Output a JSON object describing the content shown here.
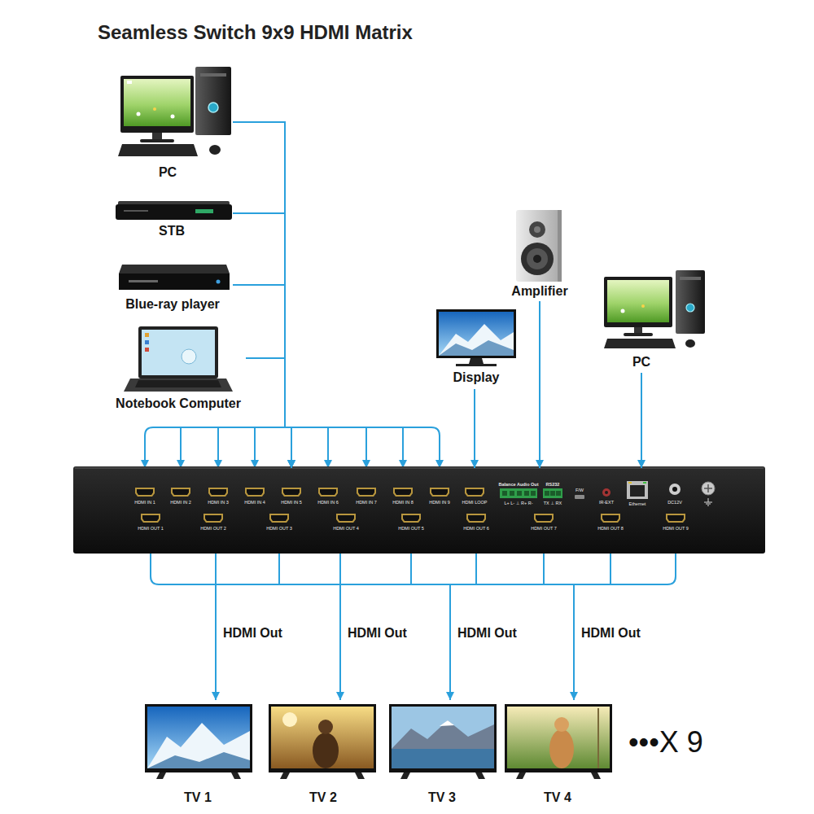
{
  "diagram": {
    "title": "Seamless Switch 9x9 HDMI Matrix",
    "nodes": [
      {
        "text": [
          "PC"
        ]
      },
      {
        "text": [
          "STB"
        ]
      },
      {
        "text": [
          "Blue-ray player"
        ]
      },
      {
        "text": [
          "Notebook Computer"
        ]
      },
      {
        "text": [
          "Display"
        ]
      },
      {
        "text": [
          "Amplifier"
        ]
      },
      {
        "text": [
          "PC"
        ]
      },
      {
        "text": [
          "HDMI IN 1",
          "HDMI IN 2",
          "HDMI IN 3",
          "HDMI IN 4",
          "HDMI IN 5",
          "HDMI IN 6",
          "HDMI IN 7",
          "HDMI IN 8",
          "HDMI IN 9",
          "HDMI LOOP",
          "Balance Audio Out",
          "L+ L- ⊥ R+ R-",
          "RS232",
          "TX ⊥ RX",
          "F/W",
          "IR-EXT",
          "Ethernet",
          "DC12V",
          "HDMI OUT 1",
          "HDMI OUT 2",
          "HDMI OUT 3",
          "HDMI OUT 4",
          "HDMI OUT 5",
          "HDMI OUT 6",
          "HDMI OUT 7",
          "HDMI OUT 8",
          "HDMI OUT 9"
        ]
      },
      {
        "text": [
          "TV 1"
        ]
      },
      {
        "text": [
          "TV 2"
        ]
      },
      {
        "text": [
          "TV 3"
        ]
      },
      {
        "text": [
          "TV 4"
        ]
      }
    ],
    "edges": [
      {
        "from": 0,
        "to": 7,
        "arrow": "to"
      },
      {
        "from": 1,
        "to": 7,
        "arrow": "to"
      },
      {
        "from": 2,
        "to": 7,
        "arrow": "to"
      },
      {
        "from": 3,
        "to": 7,
        "arrow": "to"
      },
      {
        "from": 4,
        "to": 7,
        "arrow": "to"
      },
      {
        "from": 5,
        "to": 7,
        "arrow": "to"
      },
      {
        "from": 6,
        "to": 7,
        "arrow": "to"
      },
      {
        "from": 7,
        "to": 8,
        "label": "HDMI Out",
        "arrow": "to"
      },
      {
        "from": 7,
        "to": 9,
        "label": "HDMI Out",
        "arrow": "to"
      },
      {
        "from": 7,
        "to": 10,
        "label": "HDMI Out",
        "arrow": "to"
      },
      {
        "from": 7,
        "to": 11,
        "label": "HDMI Out",
        "arrow": "to"
      }
    ],
    "labels": [
      "•••X 9"
    ]
  }
}
